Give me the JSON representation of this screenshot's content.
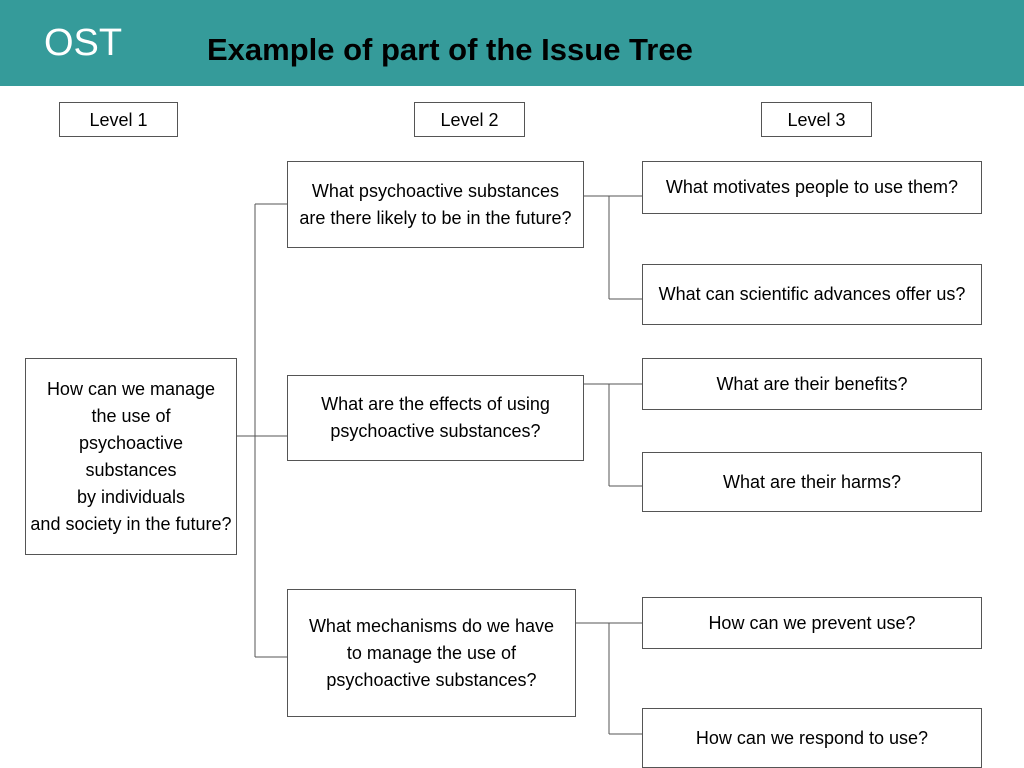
{
  "header": {
    "brand": "OST",
    "title": "Example of part of the Issue Tree"
  },
  "levels": [
    "Level 1",
    "Level 2",
    "Level 3"
  ],
  "tree": {
    "root": "How can we manage\nthe use of\npsychoactive\nsubstances\nby individuals\nand society in the future?",
    "branches": [
      {
        "question": "What psychoactive substances\nare there likely to be in the future?",
        "subquestions": [
          "What motivates people to use them?",
          "What can scientific advances offer us?"
        ]
      },
      {
        "question": "What are the effects of using\npsychoactive substances?",
        "subquestions": [
          "What are their benefits?",
          "What are their harms?"
        ]
      },
      {
        "question": "What mechanisms do we have\nto manage the use of\npsychoactive substances?",
        "subquestions": [
          "How can we prevent use?",
          "How can we respond to use?"
        ]
      }
    ]
  },
  "colors": {
    "header_bg": "#359b9a",
    "brand_text": "#ffffff",
    "box_border": "#555555"
  }
}
